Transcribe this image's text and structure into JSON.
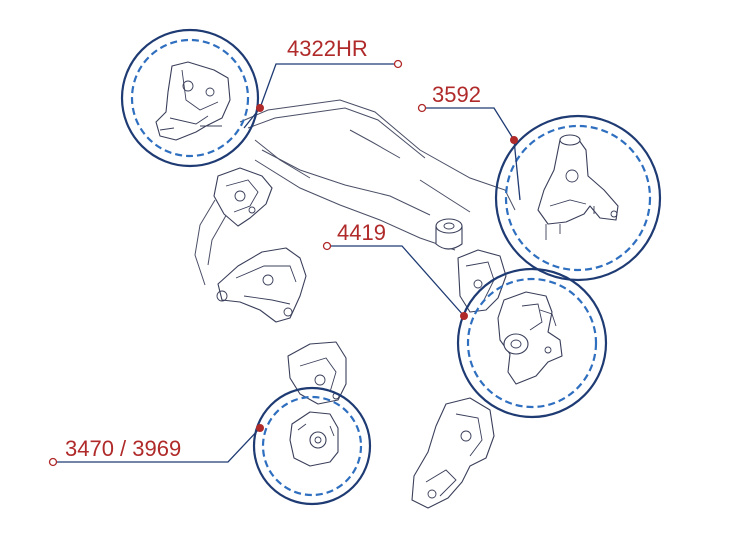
{
  "colors": {
    "label": "#b02a2a",
    "leader": "#1f3b73",
    "ring_outer": "#1f3b73",
    "ring_inner": "#2f6fbf",
    "dot": "#b02a2a"
  },
  "callouts": [
    {
      "id": "c1",
      "label": "4322HR"
    },
    {
      "id": "c2",
      "label": "3592"
    },
    {
      "id": "c3",
      "label": "4419"
    },
    {
      "id": "c4",
      "label": "3470 / 3969"
    }
  ]
}
